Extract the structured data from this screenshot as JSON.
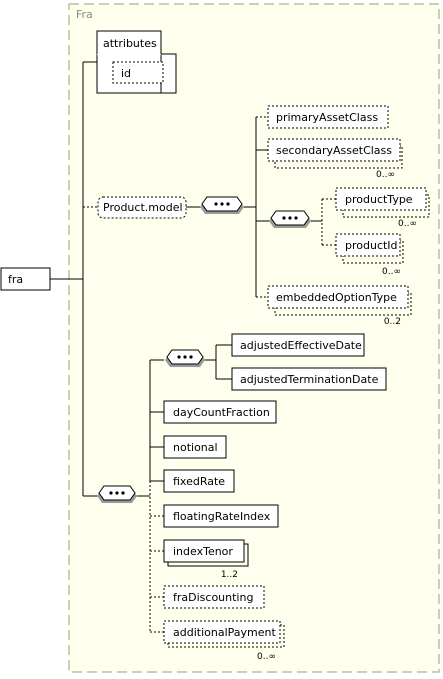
{
  "diagram": {
    "frame_title": "Fra",
    "root": "fra",
    "attributes": {
      "heading": "attributes",
      "items": [
        "id"
      ]
    },
    "group": "Product.model",
    "product_model_elements": [
      {
        "name": "primaryAssetClass",
        "cardinality": ""
      },
      {
        "name": "secondaryAssetClass",
        "cardinality": "0..∞"
      },
      {
        "name": "productType",
        "cardinality": "0..∞"
      },
      {
        "name": "productId",
        "cardinality": "0..∞"
      },
      {
        "name": "embeddedOptionType",
        "cardinality": "0..2"
      }
    ],
    "dates_elements": [
      {
        "name": "adjustedEffectiveDate"
      },
      {
        "name": "adjustedTerminationDate"
      }
    ],
    "fra_elements": [
      {
        "name": "dayCountFraction",
        "cardinality": ""
      },
      {
        "name": "notional",
        "cardinality": ""
      },
      {
        "name": "fixedRate",
        "cardinality": ""
      },
      {
        "name": "floatingRateIndex",
        "cardinality": ""
      },
      {
        "name": "indexTenor",
        "cardinality": "1..2"
      },
      {
        "name": "fraDiscounting",
        "cardinality": ""
      },
      {
        "name": "additionalPayment",
        "cardinality": "0..∞"
      }
    ],
    "colors": {
      "frame_fill": "#ffffee",
      "frame_border": "#9e9e7e",
      "line": "#000000",
      "text": "#000000",
      "shadow": "#9a9a9a"
    }
  }
}
